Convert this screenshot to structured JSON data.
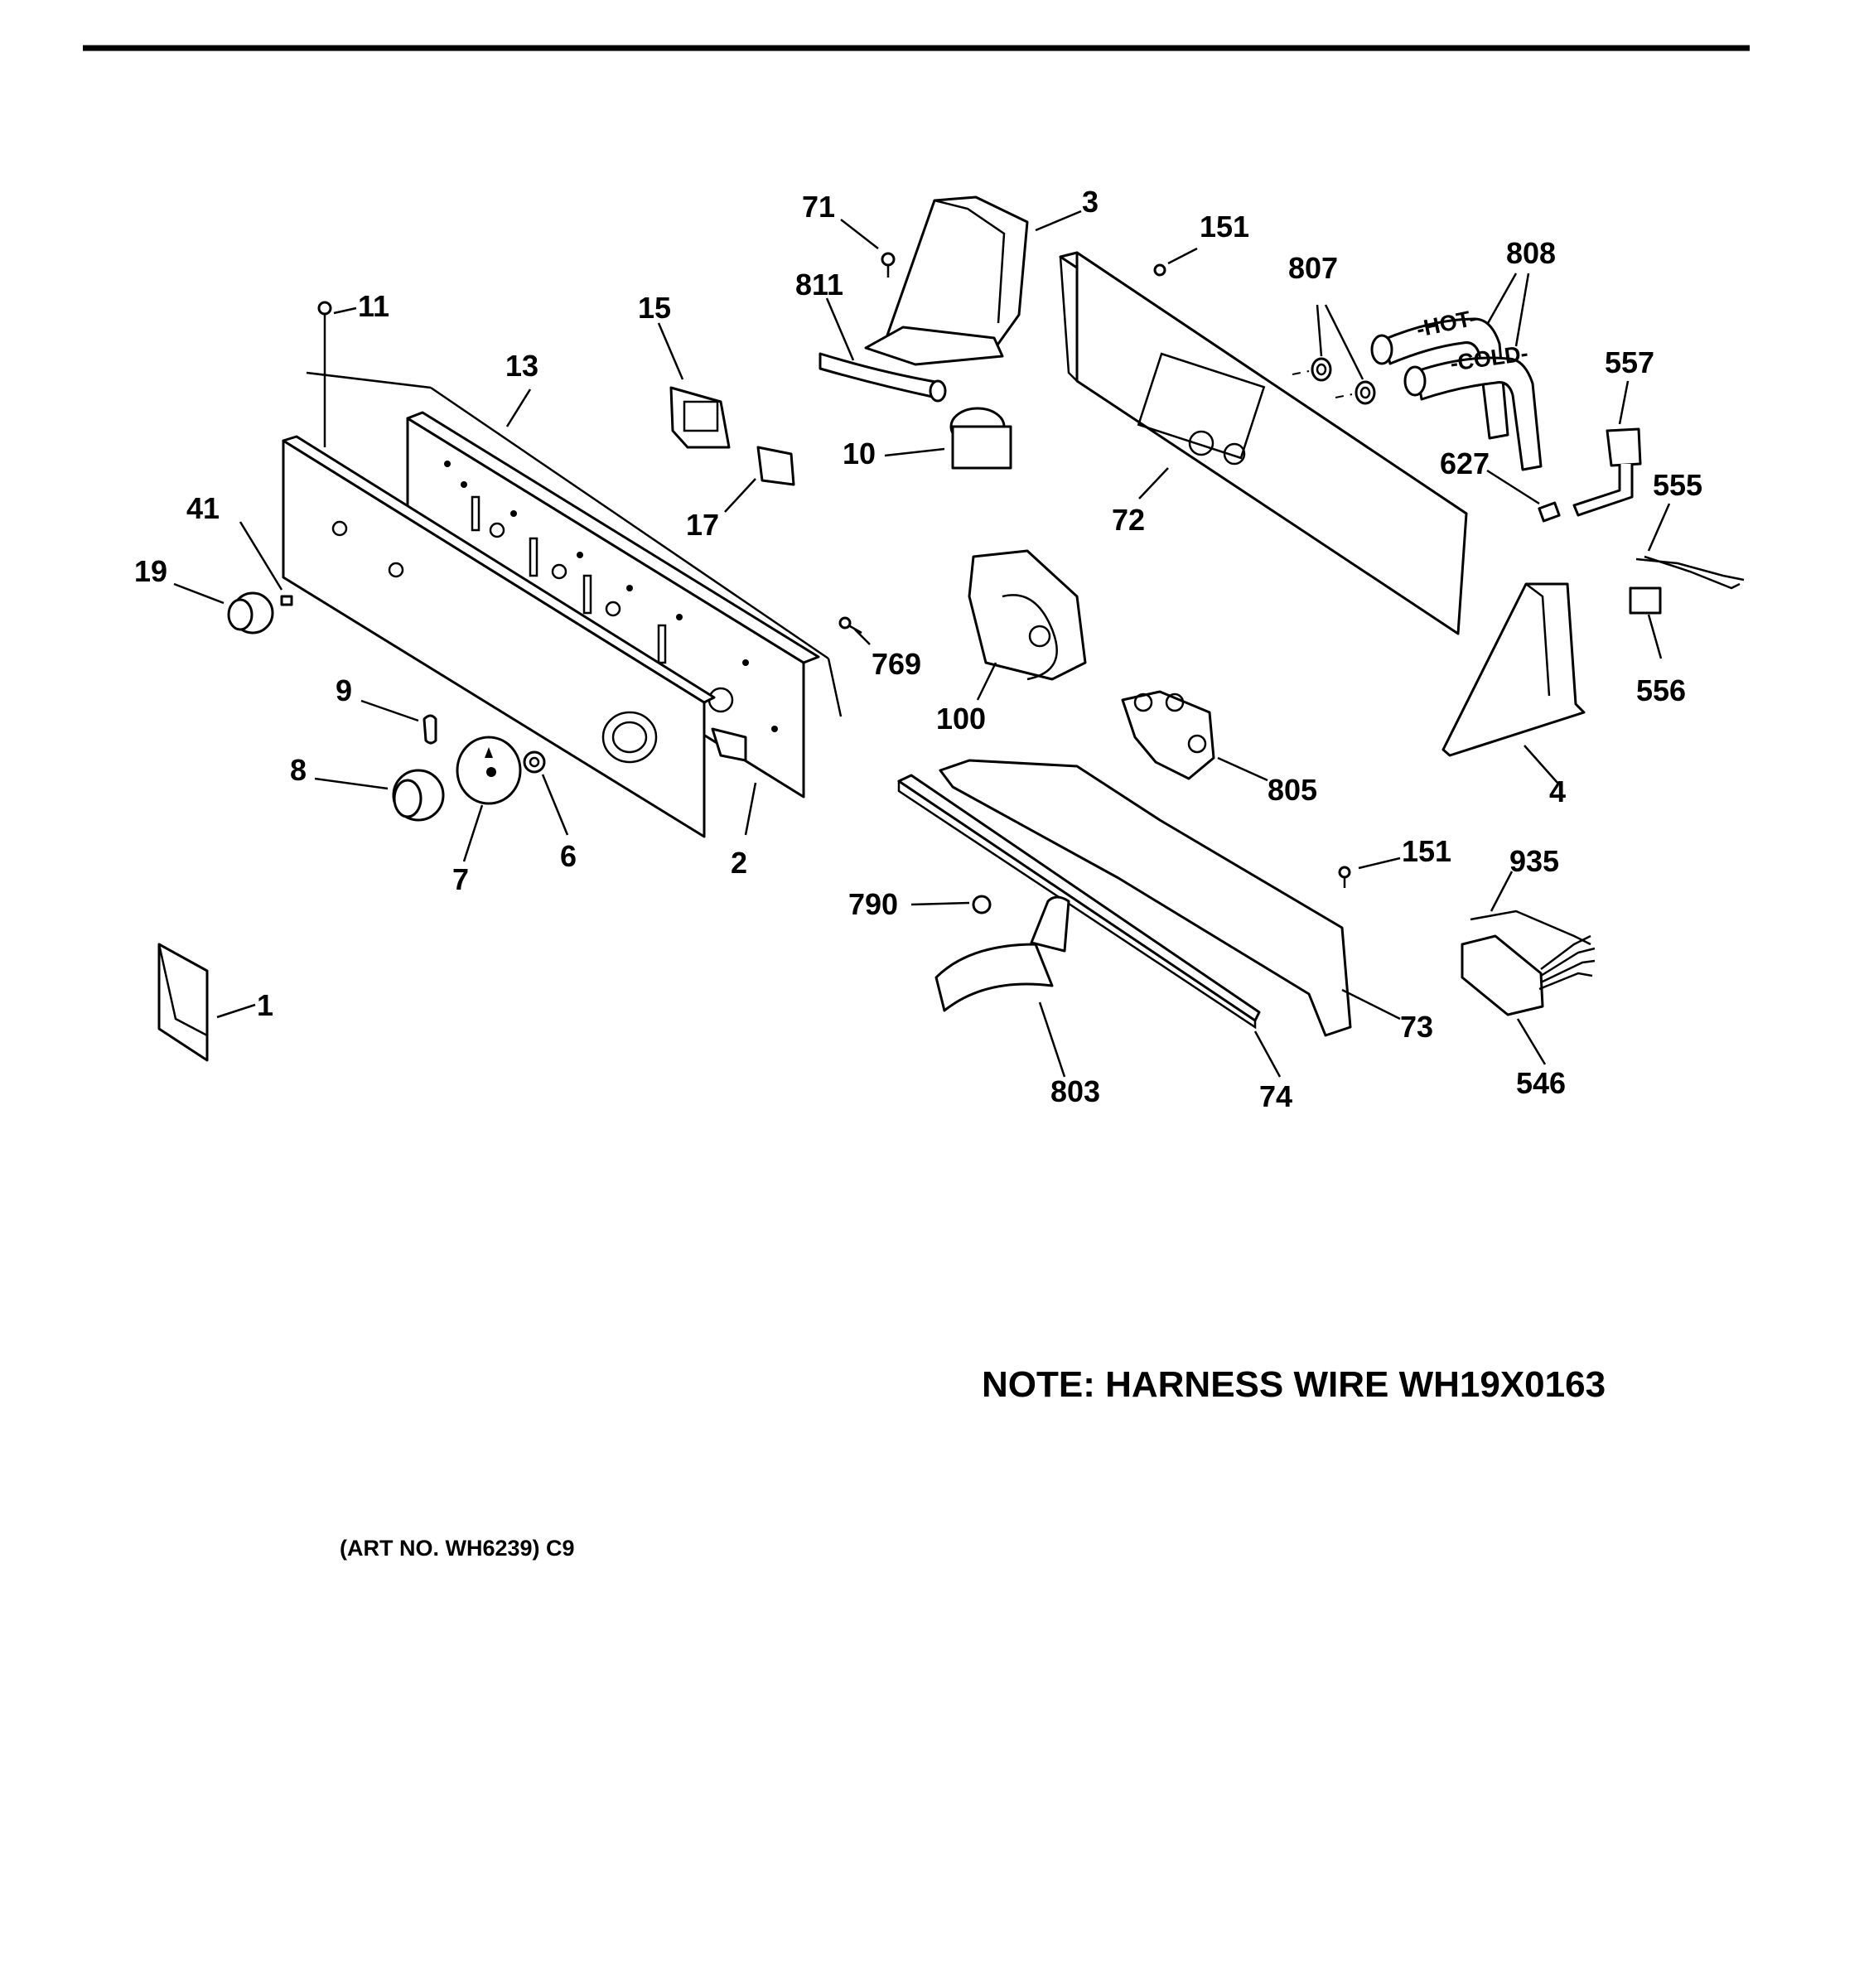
{
  "labels": {
    "l1": "1",
    "l2": "2",
    "l3": "3",
    "l4": "4",
    "l6": "6",
    "l7": "7",
    "l8": "8",
    "l9": "9",
    "l10": "10",
    "l11": "11",
    "l13": "13",
    "l15": "15",
    "l17": "17",
    "l19": "19",
    "l41": "41",
    "l71": "71",
    "l72": "72",
    "l73": "73",
    "l74": "74",
    "l100": "100",
    "l151a": "151",
    "l151b": "151",
    "l546": "546",
    "l555": "555",
    "l556": "556",
    "l557": "557",
    "l627": "627",
    "l769": "769",
    "l790": "790",
    "l803": "803",
    "l805": "805",
    "l807": "807",
    "l808": "808",
    "l811": "811",
    "l935": "935"
  },
  "hose_text": {
    "hot": "-HOT-",
    "cold": "-COLD-"
  },
  "note": "NOTE: HARNESS WIRE WH19X0163",
  "art_no": "(ART NO. WH6239) C9"
}
